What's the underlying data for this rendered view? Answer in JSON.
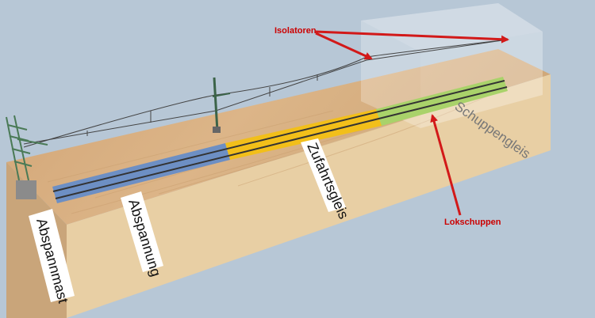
{
  "labels": {
    "abspannmast": "Abspannmast",
    "abspannung": "Abspannung",
    "zufahrtsgleis": "Zufahrtsgleis",
    "schuppengleis": "Schuppengleis",
    "isolatoren": "Isolatoren",
    "lokschuppen": "Lokschuppen"
  },
  "colors": {
    "background": "#b7c7d6",
    "wood_top": "#d9b084",
    "wood_side": "#e8cfa4",
    "wood_end": "#c9a57a",
    "track_blue": "#6d8fc4",
    "track_yellow": "#f2bf1a",
    "track_green": "#a9d26a",
    "rail": "#333333",
    "arrow_red": "#d21919",
    "mast": "#4a7a56"
  }
}
